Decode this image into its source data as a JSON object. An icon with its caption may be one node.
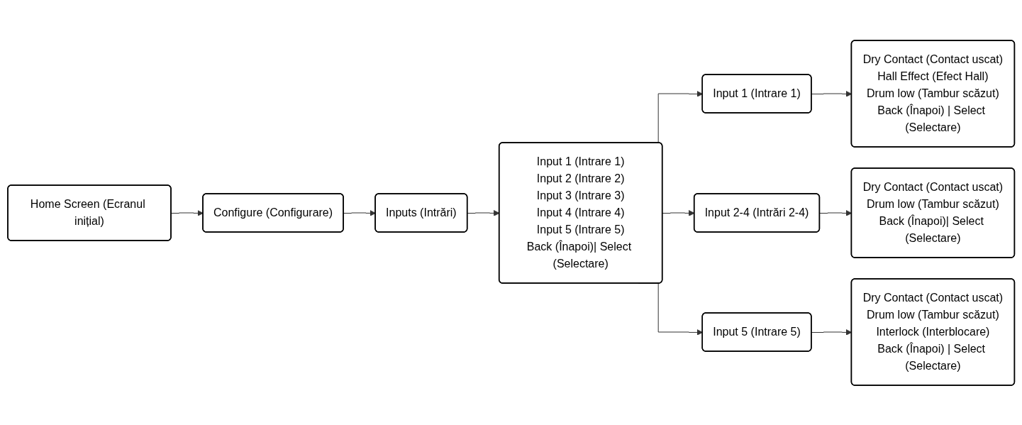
{
  "diagram": {
    "nodes": [
      {
        "text": [
          "Home Screen (Ecranul inițial)"
        ]
      },
      {
        "text": [
          "Configure (Configurare)"
        ]
      },
      {
        "text": [
          "Inputs (Intrări)"
        ]
      },
      {
        "text": [
          "Input 1 (Intrare 1)",
          "Input 2 (Intrare 2)",
          "Input 3 (Intrare 3)",
          "Input 4 (Intrare 4)",
          "Input 5 (Intrare 5)",
          "Back (Înapoi)| Select (Selectare)"
        ]
      },
      {
        "text": [
          "Input 1 (Intrare 1)"
        ]
      },
      {
        "text": [
          "Dry Contact (Contact uscat)",
          "Hall Effect (Efect Hall)",
          "Drum low (Tambur scăzut)",
          "Back (Înapoi) | Select (Selectare)"
        ]
      },
      {
        "text": [
          "Input 2-4 (Intrări 2-4)"
        ]
      },
      {
        "text": [
          "Dry Contact (Contact uscat)",
          "Drum low (Tambur scăzut)",
          "Back (Înapoi)| Select (Selectare)"
        ]
      },
      {
        "text": [
          "Input 5 (Intrare 5)"
        ]
      },
      {
        "text": [
          "Dry Contact (Contact uscat)",
          "Drum low (Tambur scăzut)",
          "Interlock (Interblocare)",
          "Back (Înapoi) | Select (Selectare)"
        ]
      }
    ],
    "edges": [
      {
        "from": 0,
        "to": 1,
        "arrow": "to"
      },
      {
        "from": 1,
        "to": 2,
        "arrow": "to"
      },
      {
        "from": 2,
        "to": 3,
        "arrow": "to"
      },
      {
        "from": 3,
        "to": 4,
        "arrow": "to"
      },
      {
        "from": 3,
        "to": 6,
        "arrow": "to"
      },
      {
        "from": 3,
        "to": 8,
        "arrow": "to"
      },
      {
        "from": 4,
        "to": 5,
        "arrow": "to"
      },
      {
        "from": 6,
        "to": 7,
        "arrow": "to"
      },
      {
        "from": 8,
        "to": 9,
        "arrow": "to"
      }
    ]
  }
}
